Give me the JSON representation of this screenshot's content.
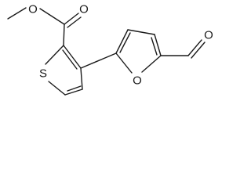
{
  "atoms": {
    "ester_carbonyl_o": "O",
    "ester_ether_o": "O",
    "thiophene_s": "S",
    "furan_o": "O",
    "aldehyde_o": "O"
  }
}
